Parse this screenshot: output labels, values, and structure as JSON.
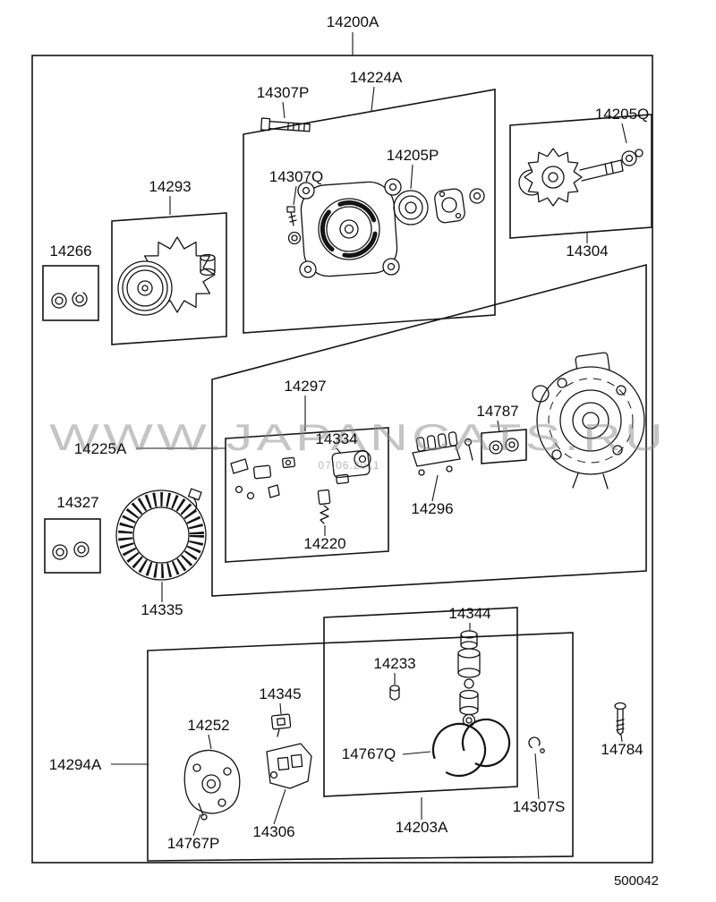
{
  "figure": {
    "assembly_label": "14200A",
    "drawing_number": "500042",
    "watermark": "WWW.JAPANCATS.RU",
    "watermark_date": "07.06.2011"
  },
  "labels": {
    "14200A": "14200A",
    "14224A": "14224A",
    "14307P": "14307P",
    "14205Q": "14205Q",
    "14205P": "14205P",
    "14307Q": "14307Q",
    "14293": "14293",
    "14266": "14266",
    "14304": "14304",
    "14297": "14297",
    "14787": "14787",
    "14225A": "14225A",
    "14334": "14334",
    "14327": "14327",
    "14296": "14296",
    "14220": "14220",
    "14335": "14335",
    "14344": "14344",
    "14233": "14233",
    "14345": "14345",
    "14252": "14252",
    "14294A": "14294A",
    "14767Q": "14767Q",
    "14784": "14784",
    "14307S": "14307S",
    "14306": "14306",
    "14203A": "14203A",
    "14767P": "14767P"
  }
}
